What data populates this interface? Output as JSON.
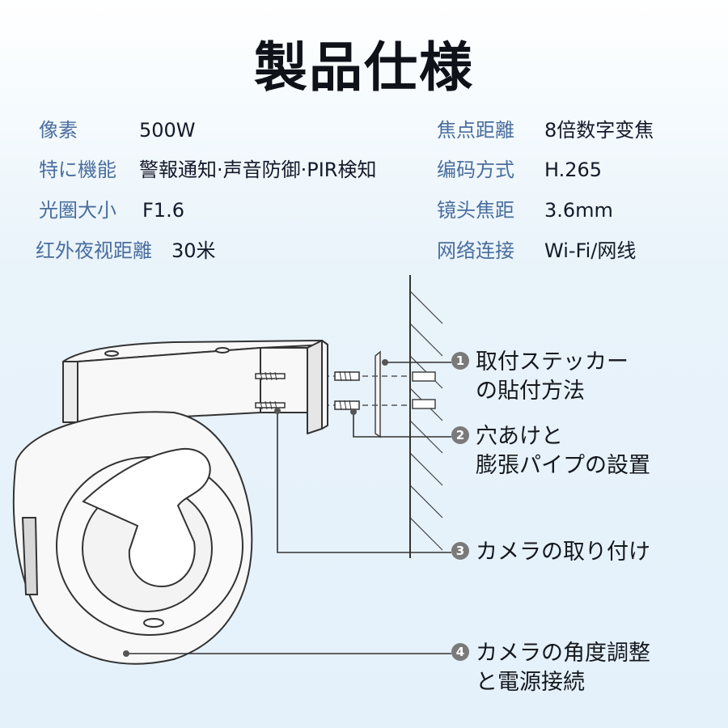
{
  "title": "製品仕様",
  "specs_left": [
    {
      "label": "像素",
      "value": "500W"
    },
    {
      "label": "特に機能",
      "value": "警報通知·声音防御·PIR検知"
    },
    {
      "label": "光圏大小",
      "value": "F1.6"
    },
    {
      "label": "红外夜视距離",
      "value": "30米"
    }
  ],
  "specs_right": [
    {
      "label": "焦点距離",
      "value": "8倍数字变焦"
    },
    {
      "label": "编码方式",
      "value": "H.265"
    },
    {
      "label": "镜头焦距",
      "value": "3.6mm"
    },
    {
      "label": "网络连接",
      "value": "Wi-Fi/网线"
    }
  ],
  "callouts": [
    {
      "number": "1",
      "line1": "取付ステッカー",
      "line2": "の貼付方法"
    },
    {
      "number": "2",
      "line1": "穴あけと",
      "line2": "膨張パイプの設置"
    },
    {
      "number": "3",
      "line1": "カメラの取り付け",
      "line2": ""
    },
    {
      "number": "4",
      "line1": "カメラの角度調整",
      "line2": "と電源接続"
    }
  ],
  "colors": {
    "label": "#4a6e9e",
    "value": "#121a2a",
    "badge": "#7a7a7a",
    "line_art": "#333333"
  }
}
